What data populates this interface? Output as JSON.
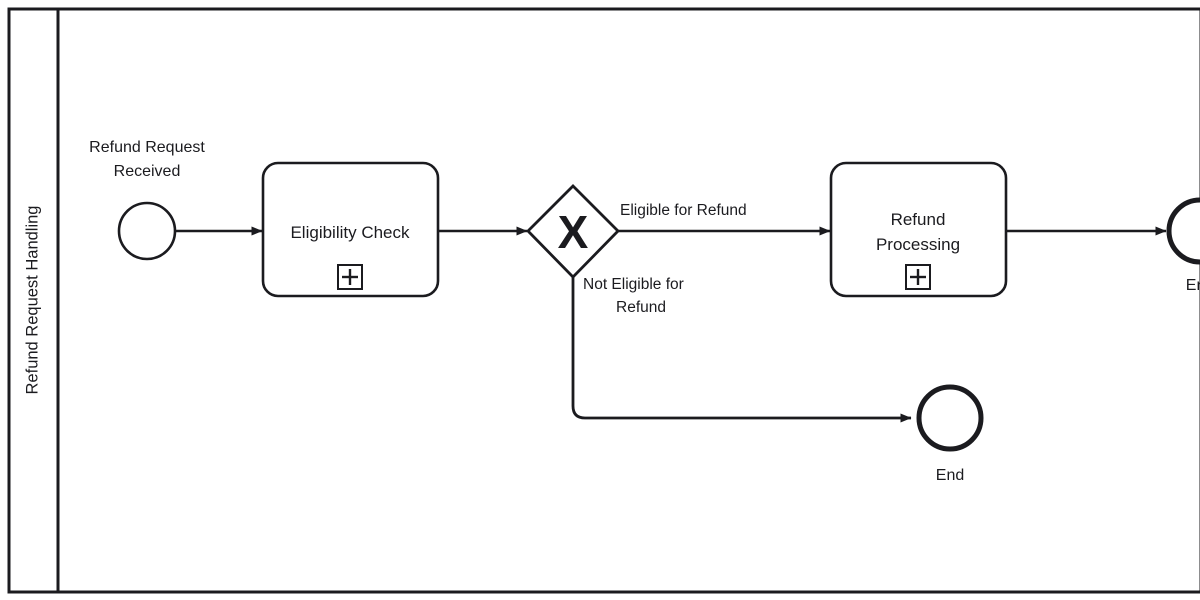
{
  "diagram": {
    "type": "bpmn-process-diagram",
    "notation": "BPMN 2.0",
    "colors": {
      "stroke": "#1b1b1f",
      "fill": "#ffffff",
      "text": "#1b1b1f",
      "background": "#ffffff"
    }
  },
  "pool": {
    "lane_label": "Refund Request Handling"
  },
  "nodes": {
    "start_event": {
      "label": "Refund Request Received",
      "label_line_1": "Refund Request",
      "label_line_2": "Received",
      "shape": "start-event-circle"
    },
    "task_eligibility": {
      "label": "Eligibility Check",
      "marker": "collapsed-subprocess-plus",
      "shape": "rounded-rectangle"
    },
    "gateway": {
      "label": "",
      "marker": "X",
      "type": "exclusive-gateway",
      "shape": "diamond"
    },
    "task_refund": {
      "label": "Refund Processing",
      "label_line_1": "Refund",
      "label_line_2": "Processing",
      "marker": "collapsed-subprocess-plus",
      "shape": "rounded-rectangle"
    },
    "end_event_top": {
      "label": "End",
      "shape": "end-event-circle"
    },
    "end_event_bottom": {
      "label": "End",
      "shape": "end-event-circle"
    }
  },
  "flows": [
    {
      "id": "flow-start-to-eligibility",
      "label": ""
    },
    {
      "id": "flow-eligibility-to-gateway",
      "label": ""
    },
    {
      "id": "flow-gateway-eligible",
      "label": "Eligible for Refund"
    },
    {
      "id": "flow-gateway-not-eligible",
      "label": "Not Eligible for Refund",
      "label_line_1": "Not Eligible for",
      "label_line_2": "Refund"
    },
    {
      "id": "flow-refund-to-end",
      "label": ""
    },
    {
      "id": "flow-not-eligible-to-end",
      "label": ""
    }
  ]
}
